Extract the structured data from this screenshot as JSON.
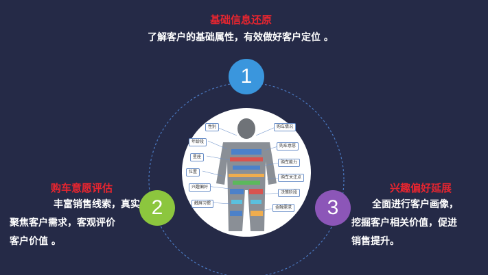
{
  "colors": {
    "background": "#252a47",
    "title_red": "#e8252f",
    "circle1": "#3a96dd",
    "circle2": "#8cc63e",
    "circle3": "#8c56b8",
    "orbit": "#4a78c0"
  },
  "section1": {
    "number": "1",
    "title": "基础信息还原",
    "desc": "了解客户的基础属性，有效做好客户定位 。"
  },
  "section2": {
    "number": "2",
    "title": "购车意愿评估",
    "desc_lines": [
      "丰富销售线索，真实",
      "聚焦客户需求，客观评价",
      "客户价值 。"
    ]
  },
  "section3": {
    "number": "3",
    "title": "兴趣偏好延展",
    "desc_lines": [
      "全面进行客户画像，",
      "挖掘客户相关价值，促进",
      "销售提升。"
    ]
  },
  "figure_tags": {
    "left": [
      "性别",
      "年龄段",
      "星座",
      "位置",
      "兴趣偏好",
      "触屏习惯"
    ],
    "right": [
      "购车情况",
      "购车意愿",
      "购车能力",
      "购车关注点",
      "决策阶段",
      "金融需求"
    ]
  }
}
